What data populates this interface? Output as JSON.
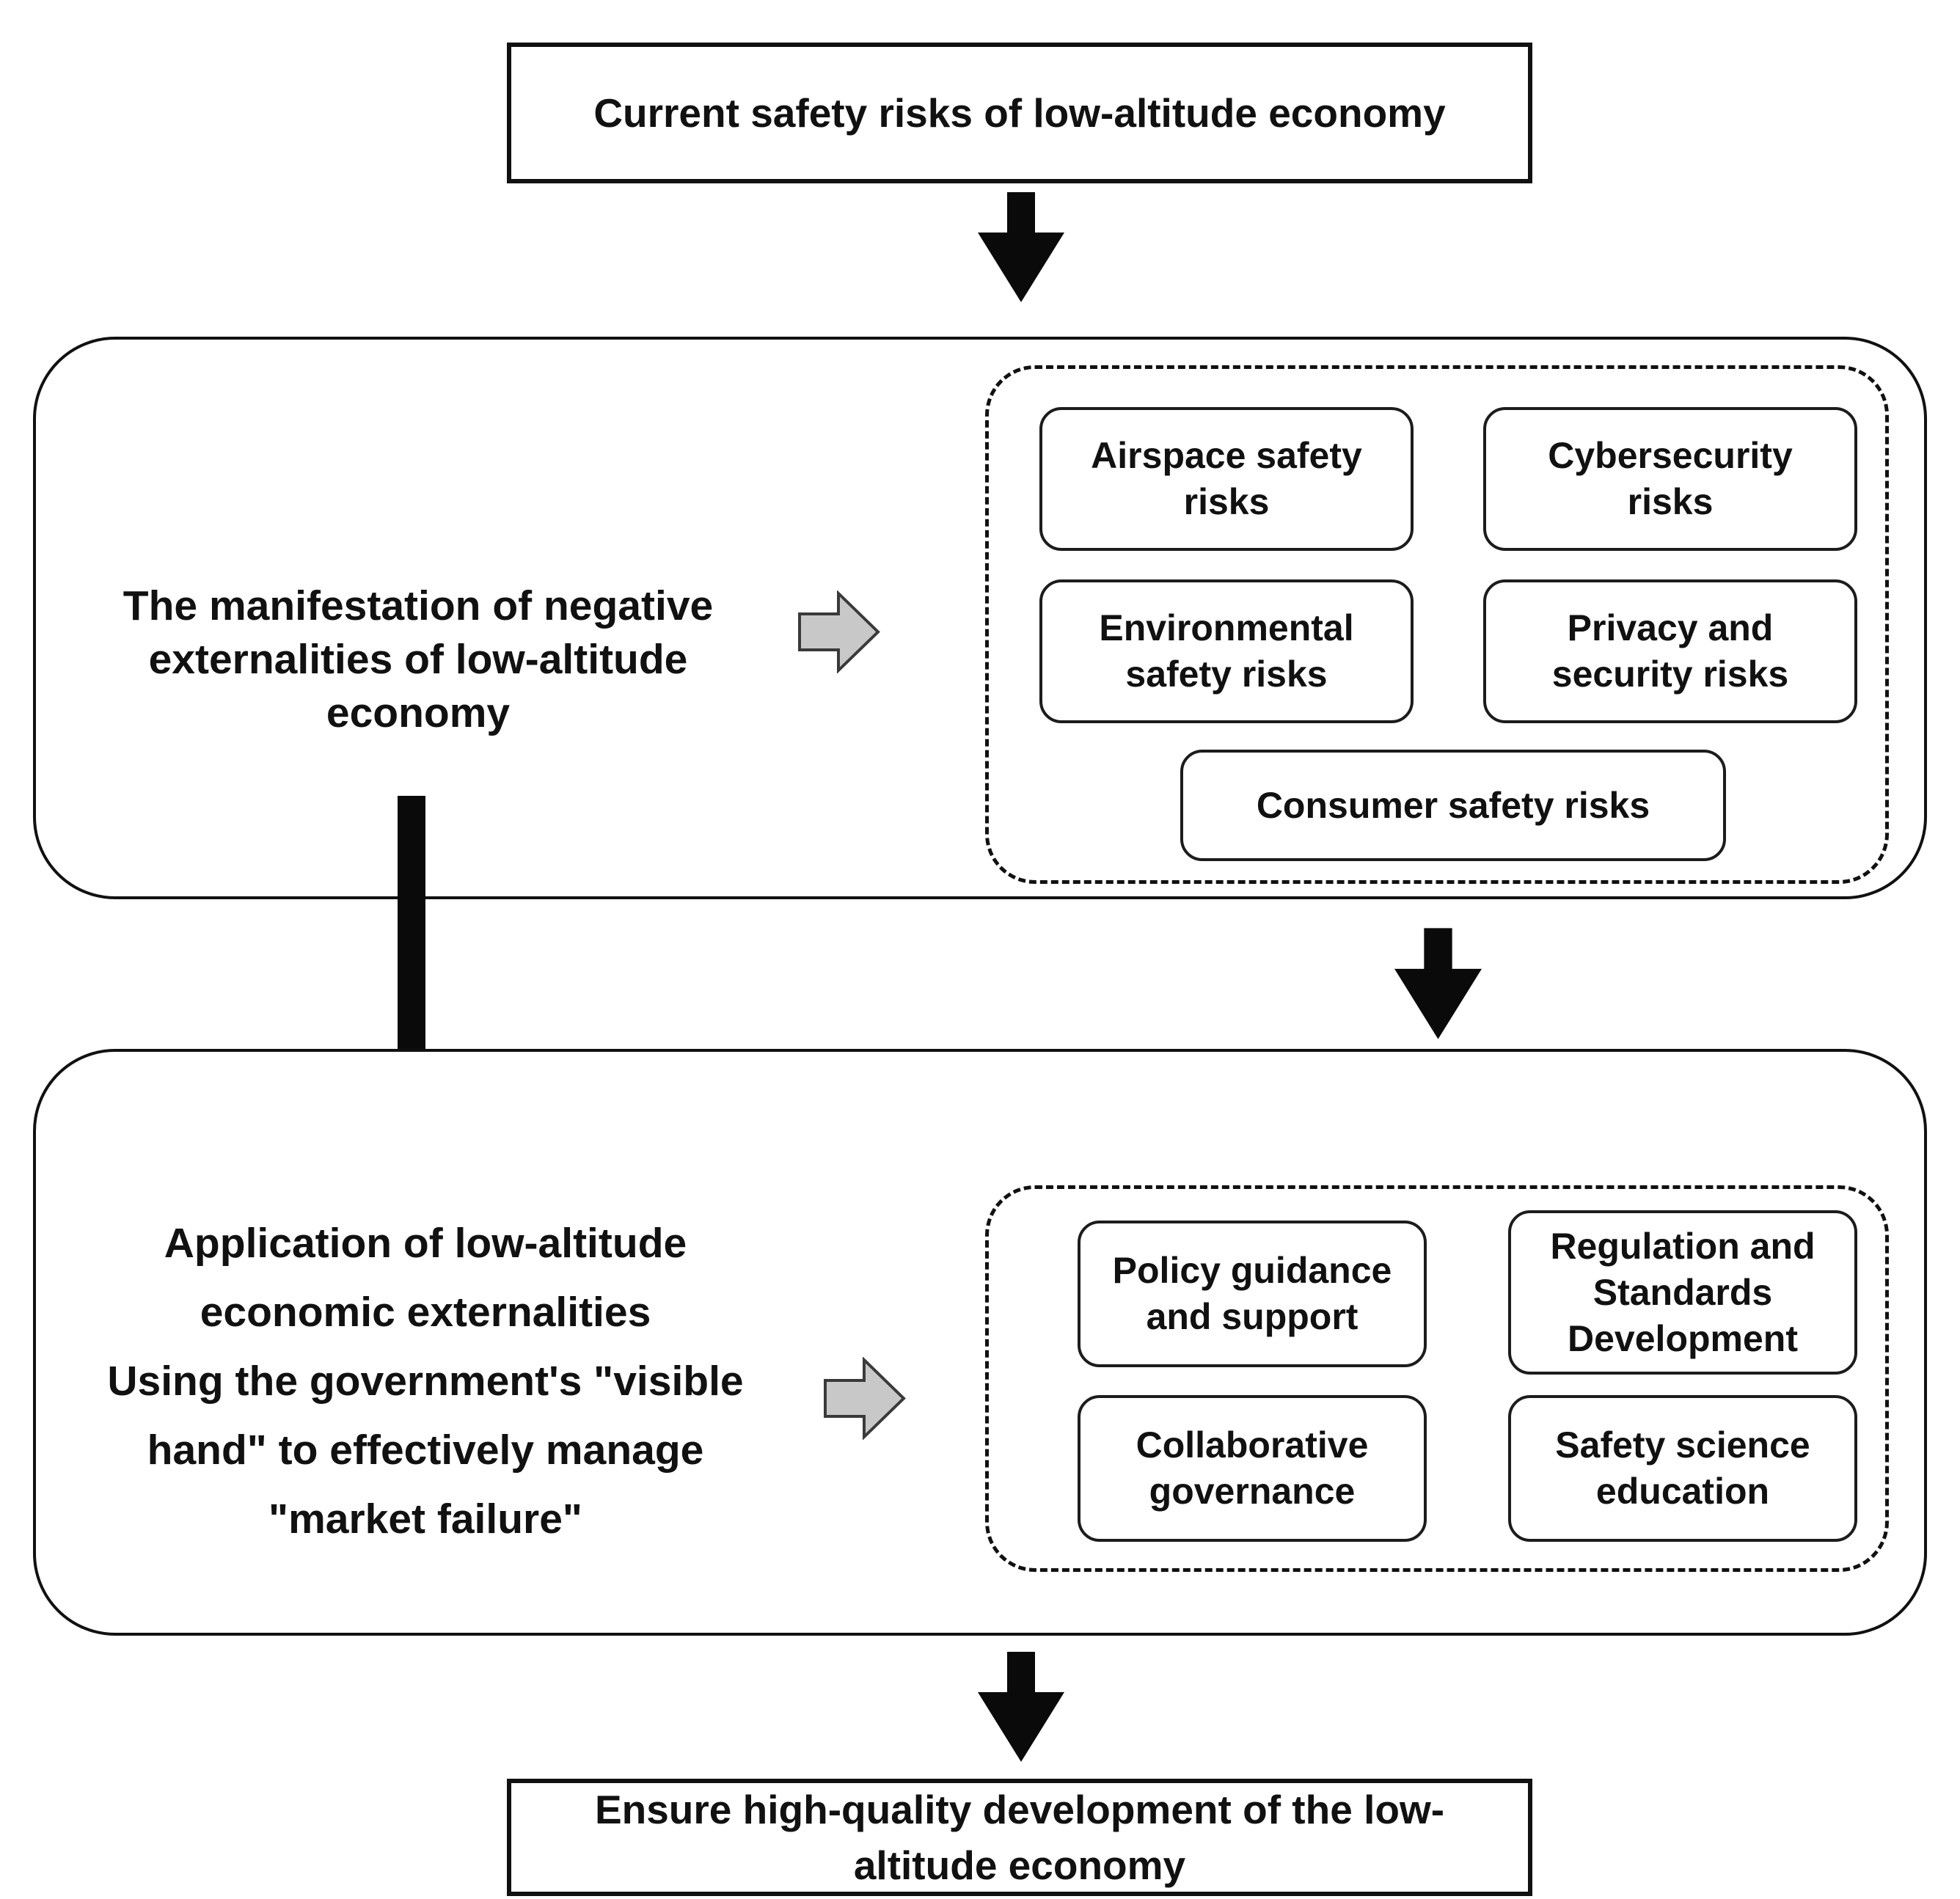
{
  "diagram_title": "Current safety risks of low-altitude economy",
  "top_box": {
    "label": "Current safety risks of low-altitude economy"
  },
  "stage1": {
    "label_lines": [
      "The manifestation of negative",
      "externalities of low-altitude",
      "economy"
    ],
    "risks": [
      "Airspace safety risks",
      "Cybersecurity risks",
      "Environmental safety risks",
      "Privacy and security risks",
      "Consumer safety risks"
    ]
  },
  "stage2": {
    "label_lines": [
      "Application of low-altitude",
      "economic externalities",
      "Using the government's \"visible",
      "hand\" to effectively manage",
      "\"market failure\""
    ],
    "measures": [
      "Policy guidance and support",
      "Regulation and Standards Development",
      "Collaborative governance",
      "Safety science education"
    ]
  },
  "bottom_box": {
    "label_lines": [
      "Ensure high-quality development of the low-",
      "altitude economy"
    ]
  },
  "icons": {
    "down_arrow": "black-block-down-arrow",
    "long_down_arrow": "black-block-long-down-arrow",
    "right_arrow": "gray-block-right-arrow"
  },
  "colors": {
    "background": "#ffffff",
    "border": "#111111",
    "text": "#111111",
    "black_arrow": "#0a0a0a",
    "gray_arrow_fill": "#c8c8c8",
    "gray_arrow_stroke": "#3a3a3a"
  }
}
